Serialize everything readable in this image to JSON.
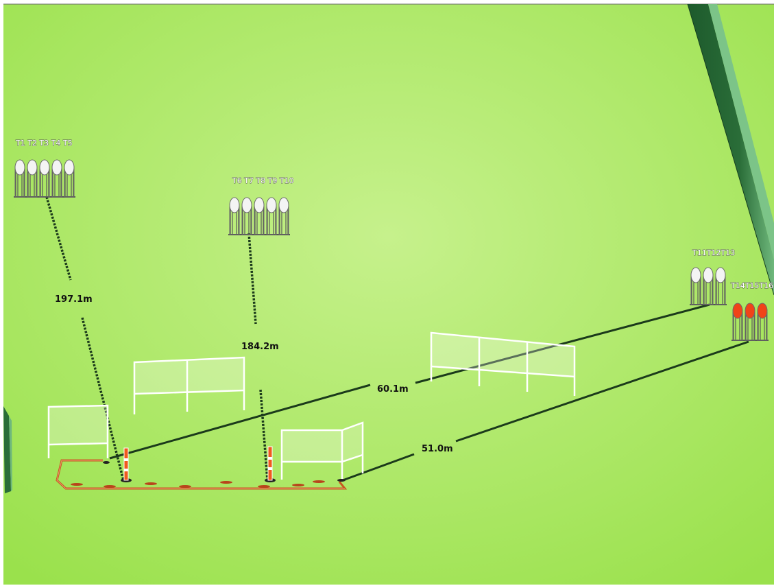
{
  "colors": {
    "grass_center": "#c5f08a",
    "grass_edge": "#98e04c",
    "wall_dark": "#1f5a2e",
    "wall_light": "#5fae6f",
    "target_white": "#f4f4f4",
    "target_red": "#f04418",
    "cone_orange": "#f05a1e",
    "fault_line": "#c8571f",
    "distance_line": "#1a3a1a"
  },
  "target_groups": [
    {
      "name": "group-1",
      "labels": [
        "T1",
        "T2",
        "T3",
        "T4",
        "T5"
      ],
      "hit_color": "white"
    },
    {
      "name": "group-2",
      "labels": [
        "T6",
        "T7",
        "T8",
        "T9",
        "T10"
      ],
      "hit_color": "white"
    },
    {
      "name": "group-3",
      "labels": [
        "T11",
        "T12",
        "T13"
      ],
      "hit_color": "white"
    },
    {
      "name": "group-4",
      "labels": [
        "T14",
        "T15",
        "T16"
      ],
      "hit_color": "red"
    }
  ],
  "distances": {
    "d1": "197.1m",
    "d2": "184.2m",
    "d3": "60.1m",
    "d4": "51.0m"
  },
  "barricade_icons": [
    "barricade-icon",
    "cone-icon",
    "steel-target-icon"
  ]
}
